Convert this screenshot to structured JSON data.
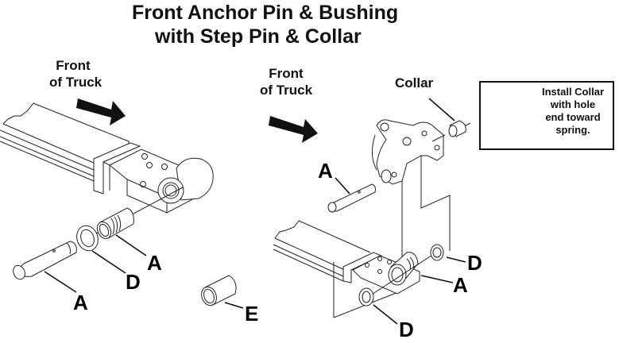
{
  "title": {
    "line1": "Front Anchor Pin & Bushing",
    "line2": "with Step Pin & Collar"
  },
  "left_view": {
    "direction_label_line1": "Front",
    "direction_label_line2": "of Truck",
    "direction_icon": "arrow-right-down-icon",
    "callouts": {
      "bushing": "A",
      "washer": "D",
      "pin": "A",
      "sleeve": "E"
    }
  },
  "right_view": {
    "direction_label_line1": "Front",
    "direction_label_line2": "of Truck",
    "direction_icon": "arrow-right-down-icon",
    "collar_label": "Collar",
    "callouts": {
      "step_pin": "A",
      "washer_upper": "D",
      "bushing": "A",
      "washer_lower": "D"
    }
  },
  "note": {
    "line1": "Install Collar",
    "line2": "with hole",
    "line3": "end toward",
    "line4": "spring.",
    "icon": "collar-icon"
  },
  "colors": {
    "ink": "#111111",
    "background": "#ffffff"
  }
}
